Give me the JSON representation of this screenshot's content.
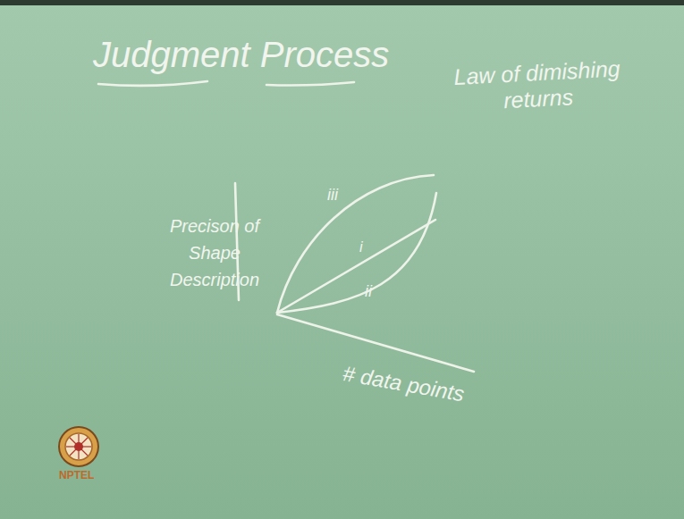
{
  "diagram": {
    "title": "Judgment Process",
    "labels": [
      "Law of dimishing returns",
      "Precison of Shape Description",
      "iii",
      "i",
      "ii",
      "# data points",
      "NPTEL"
    ]
  }
}
